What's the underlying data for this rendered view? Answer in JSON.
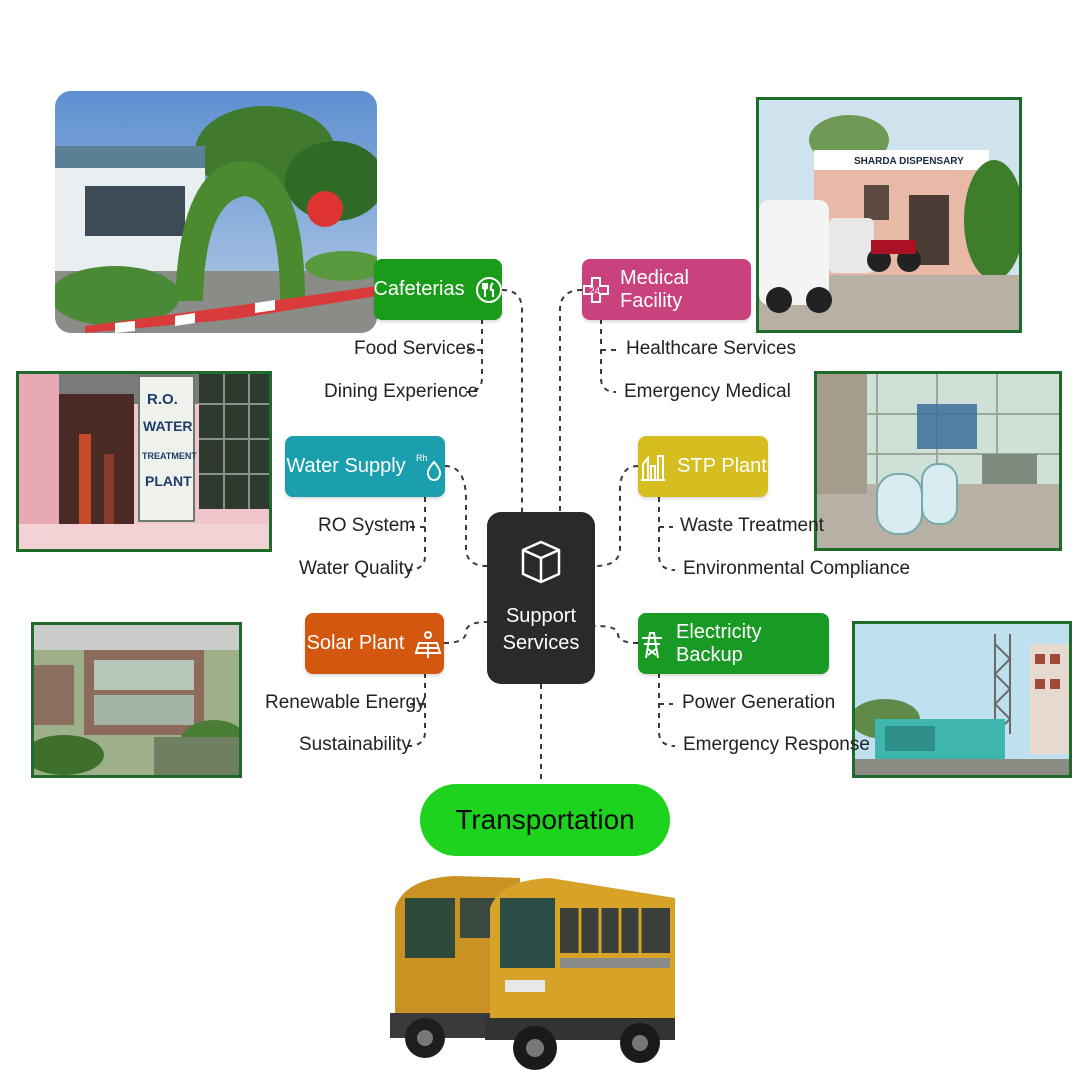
{
  "center": {
    "line1": "Support",
    "line2": "Services",
    "icon": "box-icon"
  },
  "nodes": {
    "cafeterias": {
      "label": "Cafeterias",
      "color": "#1a9b1a",
      "icon": "fork-knife-icon",
      "items": [
        "Food Services",
        "Dining Experience"
      ]
    },
    "medical": {
      "label": "Medical Facility",
      "color": "#c9427e",
      "icon": "first-aid-24-icon",
      "items": [
        "Healthcare Services",
        "Emergency Medical"
      ]
    },
    "water": {
      "label": "Water Supply",
      "color": "#1b9fae",
      "icon": "water-drop-icon",
      "items": [
        "RO System",
        "Water Quality"
      ]
    },
    "stp": {
      "label": "STP Plant",
      "color": "#d6bd20",
      "icon": "treatment-plant-icon",
      "items": [
        "Waste Treatment",
        "Environmental Compliance"
      ]
    },
    "solar": {
      "label": "Solar Plant",
      "color": "#d4570f",
      "icon": "solar-panel-icon",
      "items": [
        "Renewable Energy",
        "Sustainability"
      ]
    },
    "electricity": {
      "label": "Electricity Backup",
      "color": "#189a25",
      "icon": "power-tower-icon",
      "items": [
        "Power Generation",
        "Emergency Response"
      ]
    }
  },
  "transport": {
    "label": "Transportation",
    "color": "#1ed31e"
  },
  "photos": {
    "dispensary_sign": "SHARDA DISPENSARY",
    "ro_sign": [
      "R.O.",
      "WATER",
      "TREATMENT",
      "PLANT"
    ]
  }
}
